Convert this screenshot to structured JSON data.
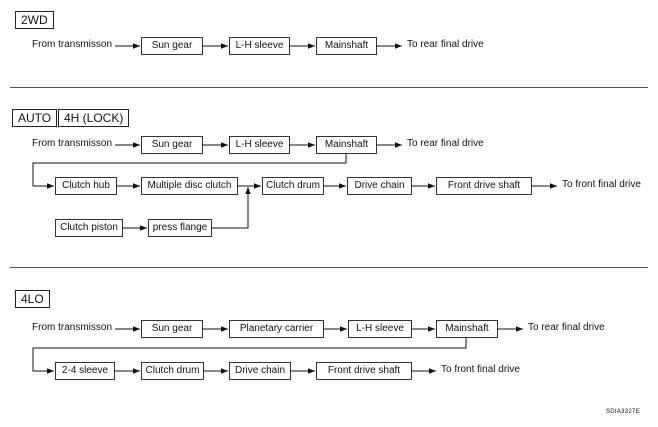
{
  "sections": {
    "twowd": {
      "labels": [
        "2WD"
      ],
      "source": "From transmisson",
      "nodes": [
        "Sun gear",
        "L-H sleeve",
        "Mainshaft"
      ],
      "end": "To rear final drive"
    },
    "auto": {
      "labels": [
        "AUTO",
        "4H (LOCK)"
      ],
      "source": "From transmisson",
      "row1": [
        "Sun gear",
        "L-H sleeve",
        "Mainshaft"
      ],
      "row1_end": "To rear final drive",
      "row2": [
        "Clutch hub",
        "Multiple disc clutch",
        "Clutch drum",
        "Drive chain",
        "Front drive shaft"
      ],
      "row2_end": "To front final drive",
      "row3": [
        "Clutch piston",
        "press flange"
      ]
    },
    "lo": {
      "labels": [
        "4LO"
      ],
      "source": "From transmisson",
      "row1": [
        "Sun gear",
        "Planetary carrier",
        "L-H sleeve",
        "Mainshaft"
      ],
      "row1_end": "To rear final drive",
      "row2": [
        "2-4 sleeve",
        "Clutch drum",
        "Drive chain",
        "Front drive shaft"
      ],
      "row2_end": "To front final drive"
    }
  },
  "figure_code": "SDIA3327E"
}
